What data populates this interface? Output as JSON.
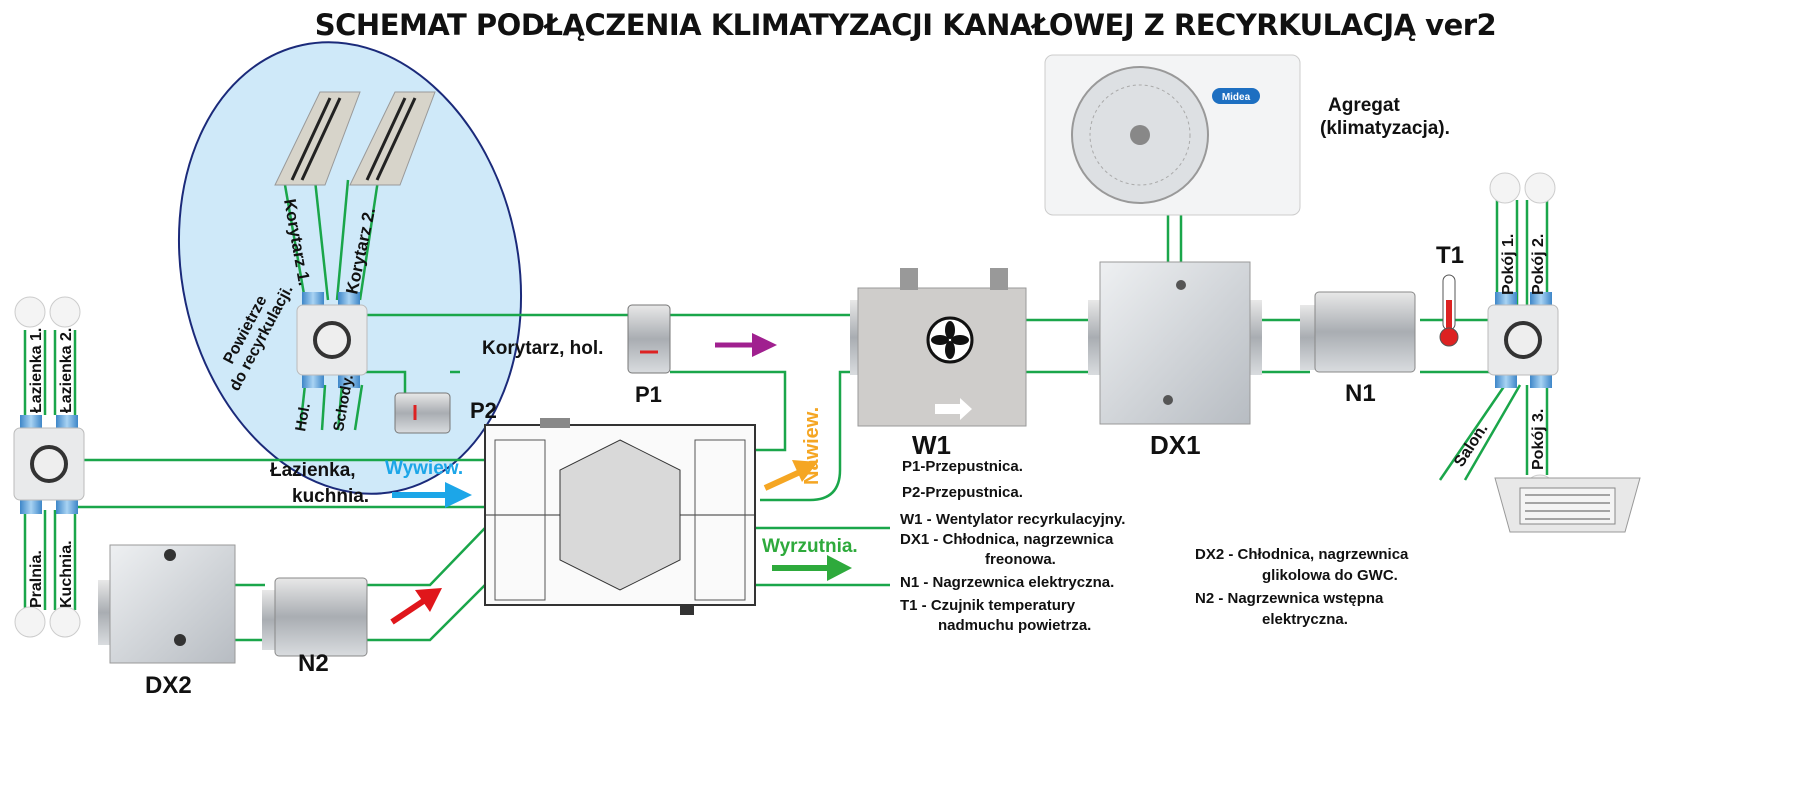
{
  "title": "SCHEMAT  PODŁĄCZENIA KLIMATYZACJI  KANAŁOWEJ Z RECYRKULACJĄ  ver2",
  "colors": {
    "duct_line": "#1aa64a",
    "recirc_zone": "#cfe9f9",
    "recirc_border": "#1b2a7a",
    "arrow_supply_recirc": "#a0208f",
    "arrow_extract": "#1ca6e8",
    "arrow_supply": "#f5a623",
    "arrow_exhaust": "#2eaa3c",
    "arrow_intake": "#e0161b"
  },
  "recirc_zone": {
    "label_1": "Powietrze",
    "label_2": "do recyrkulacji.",
    "ducts": [
      "Korytarz 1.",
      "Korytarz 2.",
      "Hol.",
      "Schody."
    ]
  },
  "left_plenum": {
    "top": [
      "Łazienka 1.",
      "Łazienka 2."
    ],
    "bottom": [
      "Pralnia.",
      "Kuchnia."
    ]
  },
  "right_plenum": {
    "top": [
      "Pokój 1.",
      "Pokój 2."
    ],
    "bottom": [
      "Pokój 3."
    ],
    "diagonal": "Salon."
  },
  "labels": {
    "korytarz_hol": "Korytarz, hol.",
    "lazienka_kuchnia_1": "Łazienka,",
    "lazienka_kuchnia_2": "kuchnia.",
    "wywiew": "Wywiew.",
    "nawiew": "Nawiew.",
    "wyrzutnia": "Wyrzutnia.",
    "agregat_1": "Agregat",
    "agregat_2": "(klimatyzacja).",
    "brand": "Midea"
  },
  "components": {
    "P1": "P1",
    "P2": "P2",
    "W1": "W1",
    "DX1": "DX1",
    "N1": "N1",
    "T1": "T1",
    "DX2": "DX2",
    "N2": "N2"
  },
  "legend_center": [
    "P1-Przepustnica.",
    "P2-Przepustnica.",
    "W1 - Wentylator recyrkulacyjny.",
    "DX1 - Chłodnica, nagrzewnica",
    "freonowa.",
    "N1 - Nagrzewnica elektryczna.",
    "T1 - Czujnik temperatury",
    "nadmuchu powietrza."
  ],
  "legend_right": [
    "DX2 - Chłodnica, nagrzewnica",
    "glikolowa do GWC.",
    "N2 - Nagrzewnica wstępna",
    "elektryczna."
  ]
}
